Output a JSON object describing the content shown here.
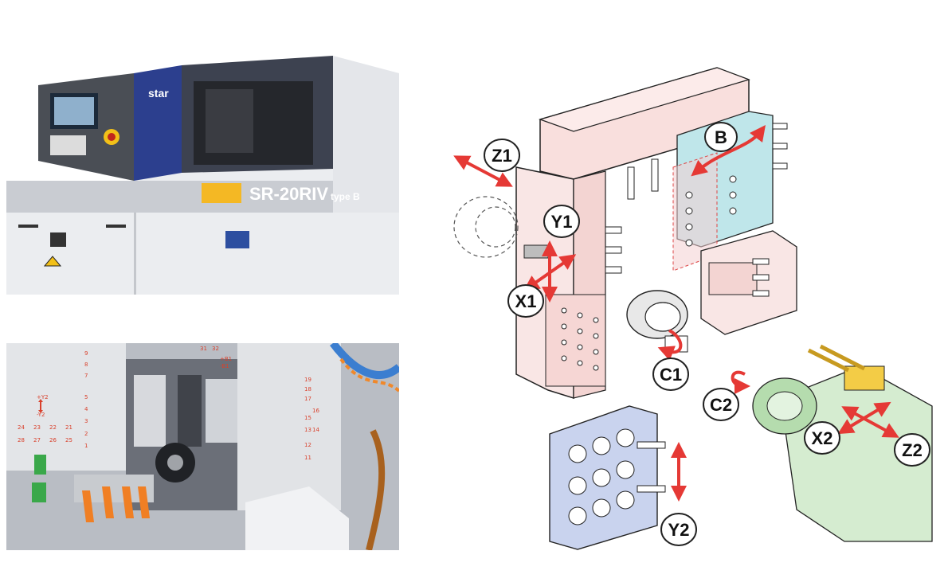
{
  "machine_photo": {
    "brand_logo": "star",
    "model_label": "SR-20RIV",
    "type_label": "type B"
  },
  "interior_photo": {
    "axis_marks": [
      "+Y2",
      "-Y2",
      "+B1",
      "-B1"
    ],
    "tool_numbers": [
      "9",
      "8",
      "7",
      "5",
      "4",
      "3",
      "2",
      "1",
      "24",
      "23",
      "22",
      "21",
      "28",
      "27",
      "26",
      "25",
      "31",
      "32",
      "19",
      "18",
      "17",
      "16",
      "15",
      "13",
      "14",
      "12",
      "11"
    ]
  },
  "diagram": {
    "axes": {
      "z1": "Z1",
      "y1": "Y1",
      "x1": "X1",
      "b": "B",
      "c1": "C1",
      "c2": "C2",
      "x2": "X2",
      "z2": "Z2",
      "y2": "Y2"
    },
    "colors": {
      "arrow": "#e53935",
      "main_block": "#f9dfdd",
      "b_turret": "#bfe6ea",
      "y2_block": "#c9d3ee",
      "sub_spindle": "#d5ecd0",
      "outline": "#222222"
    }
  }
}
